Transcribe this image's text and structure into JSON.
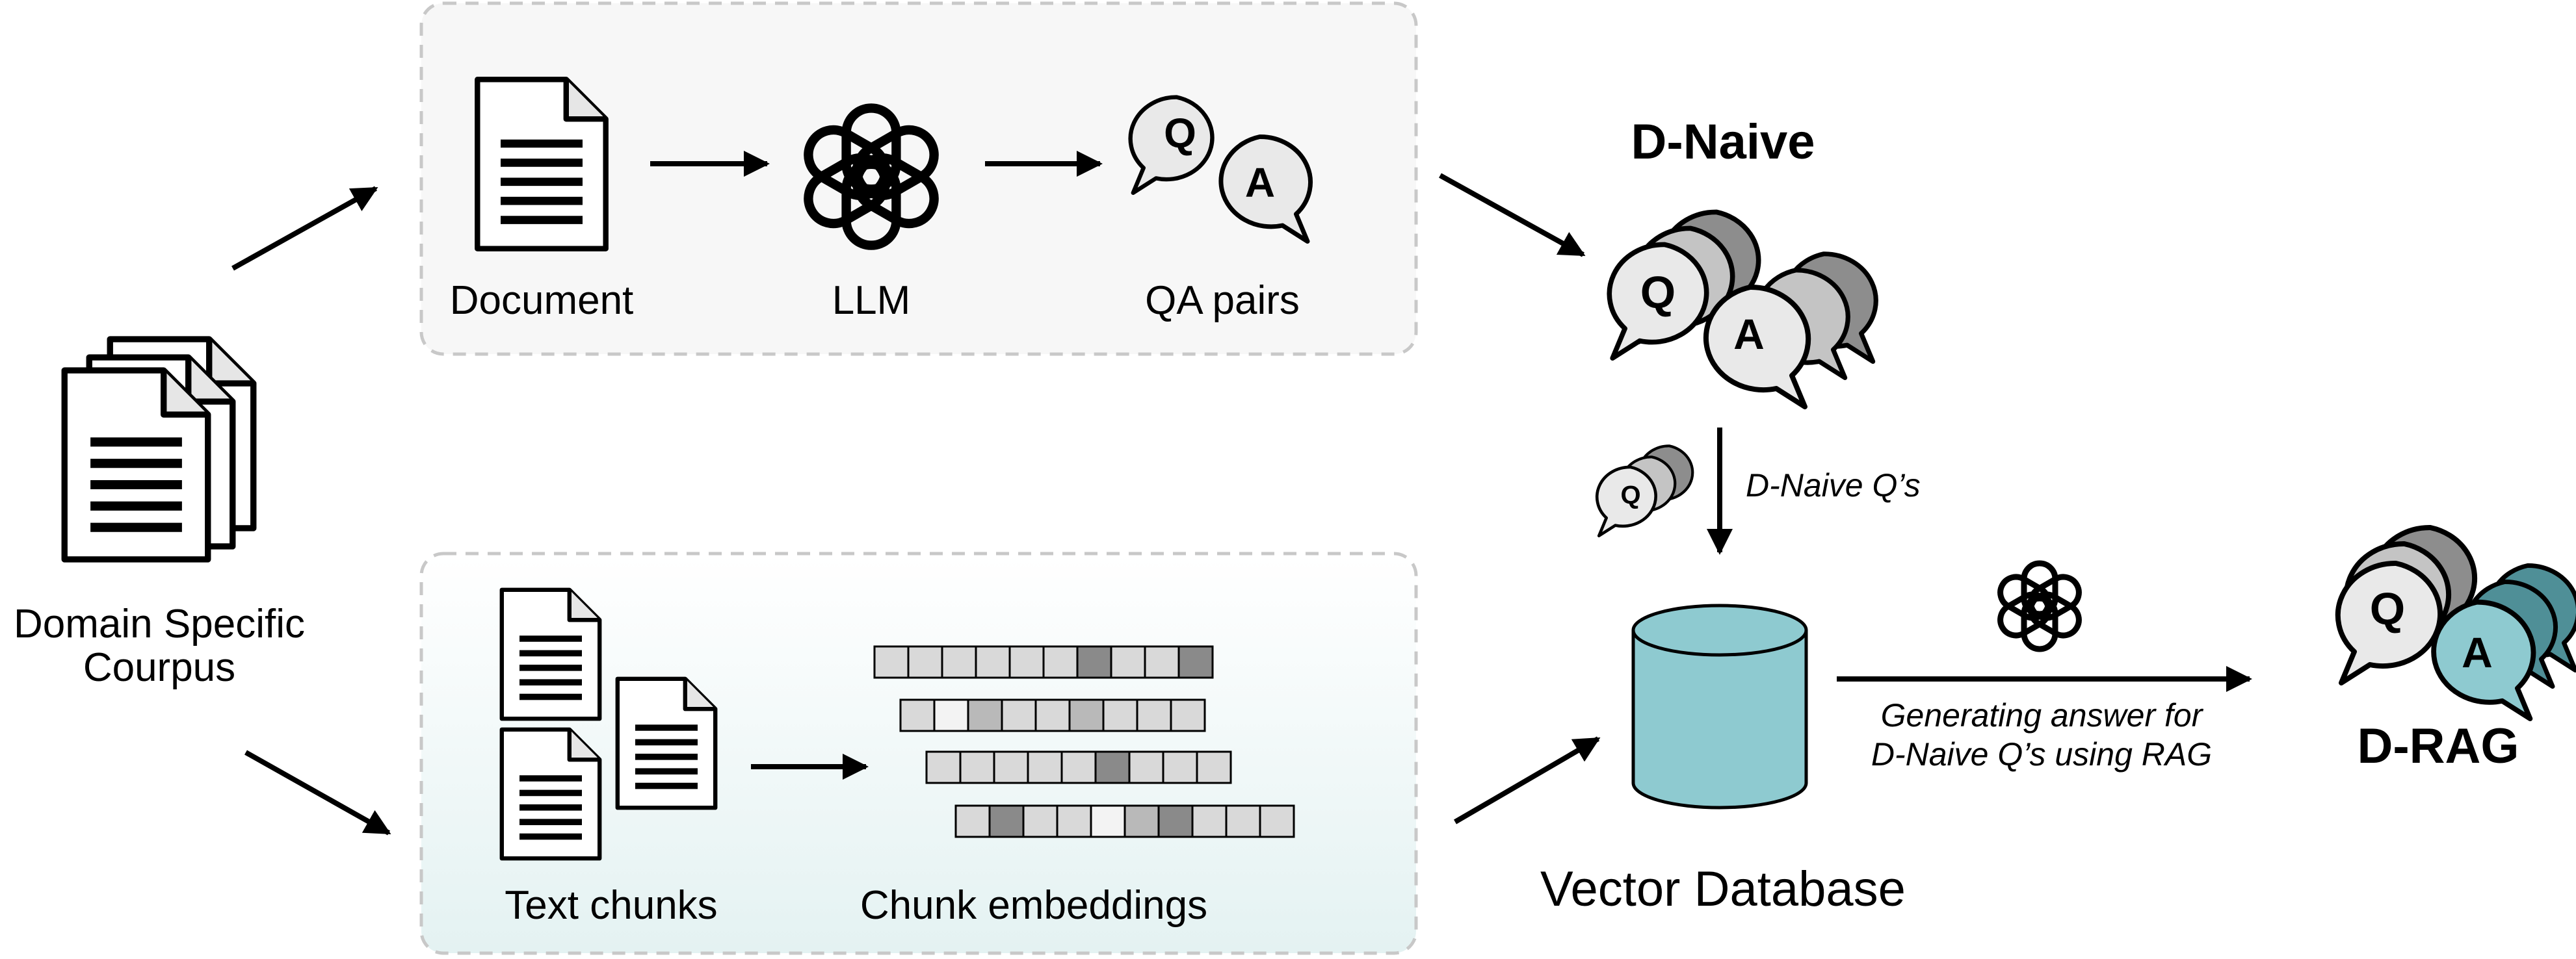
{
  "corpus": {
    "label_line1": "Domain Specific",
    "label_line2": "Courpus"
  },
  "top_pipeline": {
    "document_label": "Document",
    "llm_label": "LLM",
    "qa_pairs_label": "QA pairs"
  },
  "bottom_pipeline": {
    "text_chunks_label": "Text chunks",
    "chunk_embeddings_label": "Chunk embeddings"
  },
  "d_naive": {
    "title": "D-Naive",
    "query_label": "D-Naive Q’s"
  },
  "vector_db": {
    "label": "Vector Database"
  },
  "generation": {
    "line1": "Generating answer for",
    "line2": "D-Naive Q’s using RAG"
  },
  "d_rag": {
    "title": "D-RAG"
  },
  "glyphs": {
    "q": "Q",
    "a": "A"
  },
  "colors": {
    "top_panel_bg": "#f7f7f7",
    "bottom_panel_bg_top": "#ffffff",
    "bottom_panel_bg_bottom": "#e4f2f2",
    "panel_border": "#c8c8c8",
    "database_fill": "#8ecad0",
    "rag_answer_fill": "#8ecad0",
    "rag_back_fill": "#4f8f97",
    "bubble_light": "#e9e9e9",
    "bubble_mid": "#c4c4c4",
    "bubble_dark": "#8d8d8d"
  },
  "icons": [
    "document-icon",
    "corpus-stack-icon",
    "llm-logo-icon",
    "qa-bubble-icon",
    "database-cylinder-icon",
    "embedding-strip-icon"
  ]
}
